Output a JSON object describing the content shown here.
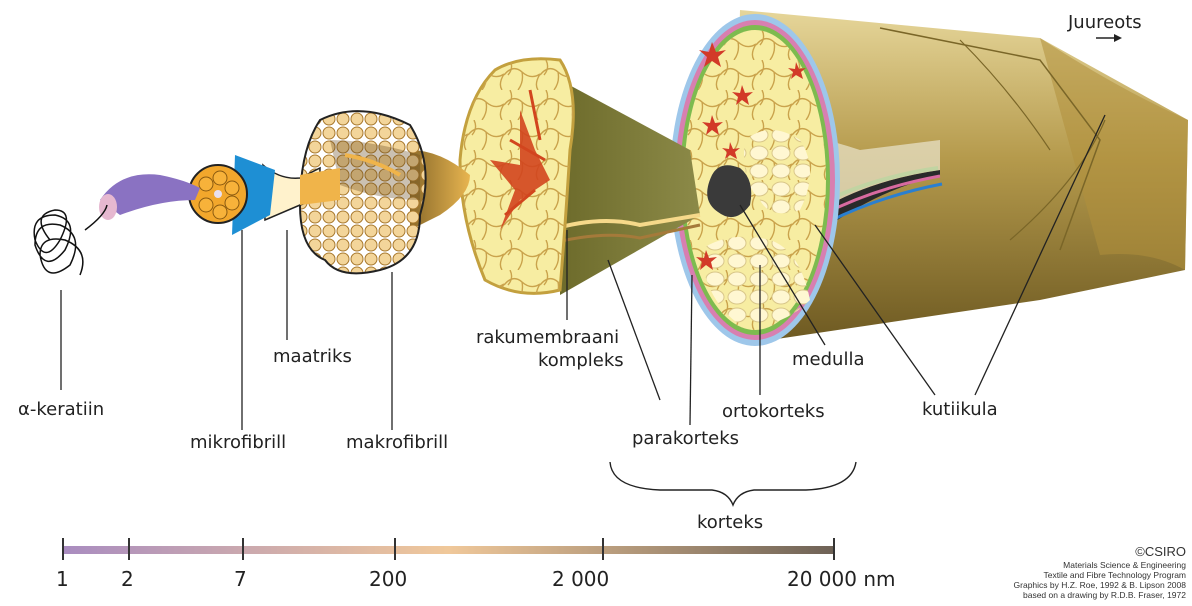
{
  "direction": {
    "label": "Juureots"
  },
  "labels": {
    "alpha_keratin": "α-keratiin",
    "microfibril": "mikrofibrill",
    "matrix": "maatriks",
    "macrofibril": "makrofibrill",
    "cell_membrane_1": "rakumembraani",
    "cell_membrane_2": "kompleks",
    "paracortex": "parakorteks",
    "orthocortex": "ortokorteks",
    "medulla": "medulla",
    "cuticle": "kutiikula",
    "cortex": "korteks"
  },
  "scale": {
    "ticks": [
      "1",
      "2",
      "7",
      "200",
      "2 000",
      "20 000 nm"
    ],
    "gradient_colors": [
      "#a98cc0",
      "#f0c89a",
      "#6e6256"
    ]
  },
  "credits": {
    "copyright": "©CSIRO",
    "lines": [
      "Materials Science & Engineering",
      "Textile and Fibre Technology Program",
      "Graphics by H.Z. Roe, 1992 & B. Lipson 2008",
      "based on a drawing by R.D.B. Fraser, 1972"
    ]
  },
  "colors": {
    "hair_gold": "#b9a054",
    "cortex_cream": "#f7eda2",
    "medulla_red": "#d2451e",
    "microfibril_orange": "#f2a72c",
    "helix_purple": "#8a72c2",
    "matrix_blue": "#1e8fd4"
  }
}
